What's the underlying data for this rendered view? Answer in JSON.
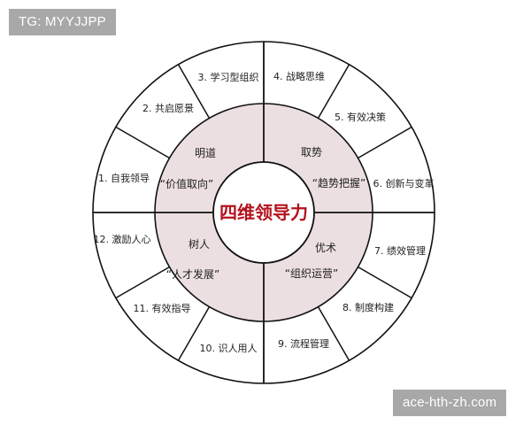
{
  "watermarks": {
    "top_left": "TG: MYYJJPP",
    "bottom_right": "ace-hth-zh.com"
  },
  "diagram": {
    "title": "四维领导力",
    "colors": {
      "title": "#b3121d",
      "middle_ring_fill": "#ecdfe1",
      "lines": "#111111",
      "background": "#ffffff"
    },
    "quadrants": [
      {
        "name": "明道",
        "subtitle": "“价值取向”"
      },
      {
        "name": "取势",
        "subtitle": "“趋势把握”"
      },
      {
        "name": "树人",
        "subtitle": "“人才发展”"
      },
      {
        "name": "优术",
        "subtitle": "“组织运营”"
      }
    ],
    "segments": [
      "1. 自我领导",
      "2. 共启愿景",
      "3. 学习型组织",
      "4. 战略思维",
      "5. 有效决策",
      "6. 创新与变革",
      "7. 绩效管理",
      "8. 制度构建",
      "9. 流程管理",
      "10. 识人用人",
      "11. 有效指导",
      "12. 激励人心"
    ]
  }
}
